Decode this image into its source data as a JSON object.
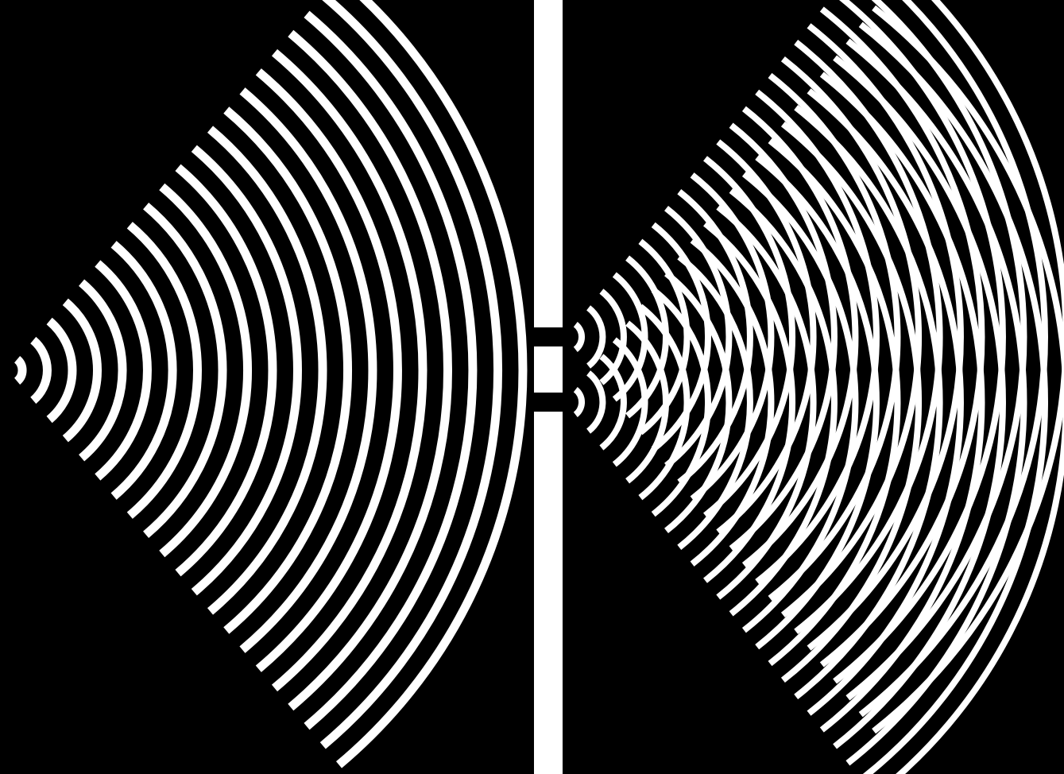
{
  "diagram": {
    "subject": "double-slit-interference",
    "colors": {
      "background": "#000000",
      "wavefront": "#ffffff",
      "barrier": "#ffffff"
    },
    "incident_wave": {
      "source": "point-source-left",
      "wavefront_count": 21,
      "angular_spread_degrees": 100
    },
    "barrier": {
      "slit_count": 2
    },
    "diffracted_waves": {
      "sources": [
        "upper-slit",
        "lower-slit"
      ],
      "wavefront_count_per_slit": 24,
      "pattern": "overlapping-circular-wavefronts"
    }
  }
}
